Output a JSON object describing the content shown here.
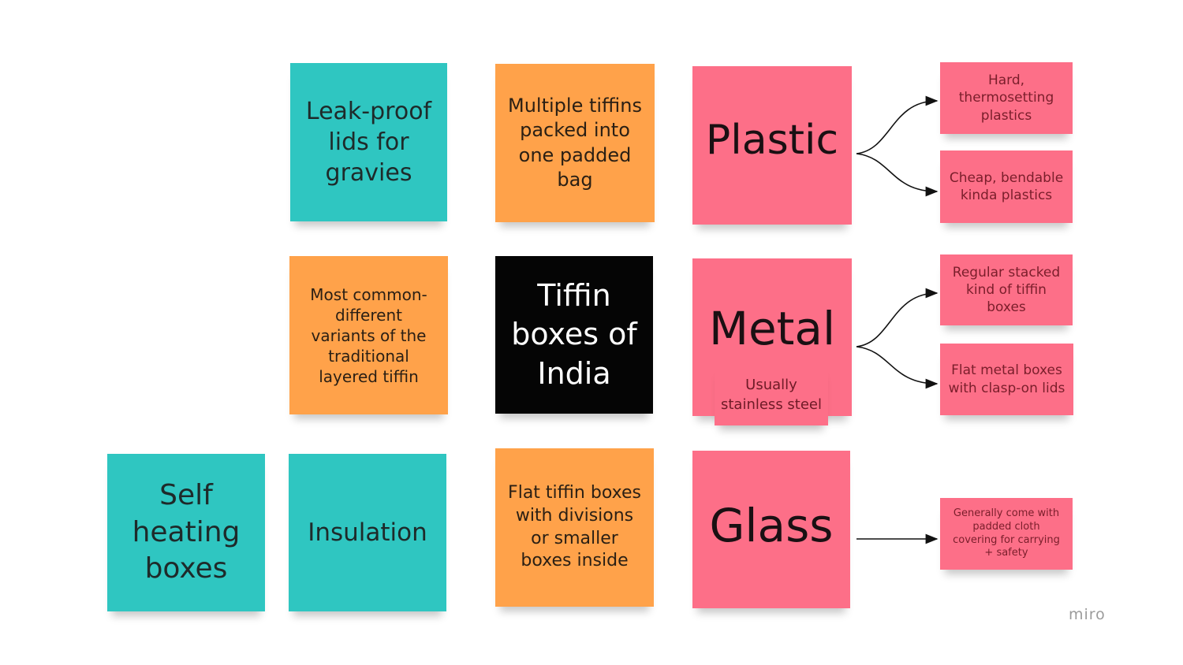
{
  "notes": {
    "leak_proof": "Leak-proof lids for gravies",
    "multiple_tiffins": "Multiple tiffins packed into one padded bag",
    "plastic": "Plastic",
    "hard_plastics": "Hard, thermosetting plastics",
    "cheap_plastics": "Cheap, bendable kinda plastics",
    "most_common": "Most common-different variants of the traditional layered tiffin",
    "center": "Tiffin boxes of India",
    "metal": "Metal",
    "stainless": "Usually stainless steel",
    "regular_stacked": "Regular stacked kind of tiffin boxes",
    "flat_metal": "Flat metal boxes with clasp-on lids",
    "self_heating": "Self heating boxes",
    "insulation": "Insulation",
    "flat_tiffin": "Flat tiffin boxes with divisions or smaller boxes inside",
    "glass": "Glass",
    "glass_note": "Generally come with padded cloth covering for carrying + safety"
  },
  "logo": "miro",
  "colors": {
    "teal": "#2fc6c1",
    "orange": "#ffa24a",
    "pink": "#fd6f88",
    "black": "#050505"
  }
}
